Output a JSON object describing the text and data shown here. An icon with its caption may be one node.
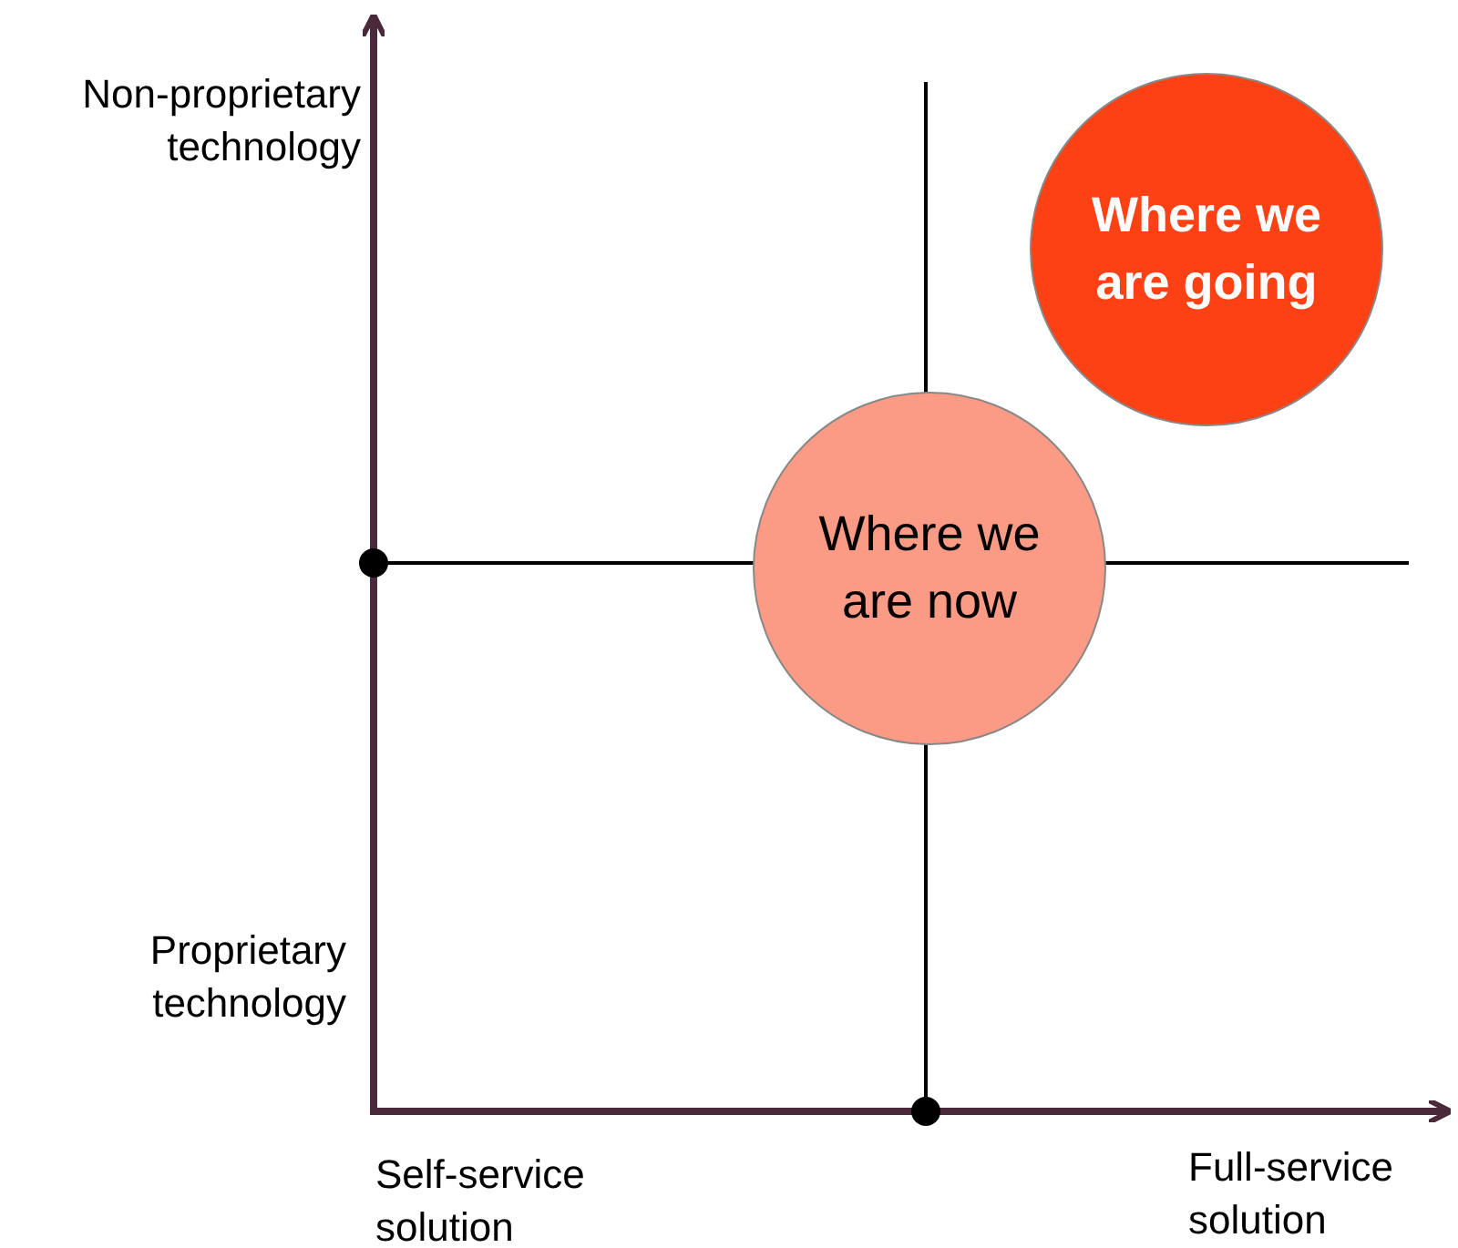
{
  "diagram": {
    "nodes": [
      {
        "text": [
          "Where we are going"
        ]
      },
      {
        "text": [
          "Where we are now"
        ]
      }
    ],
    "labels": [
      "Non-proprietary technology",
      "Proprietary technology",
      "Self-service solution",
      "Full-service solution"
    ]
  }
}
